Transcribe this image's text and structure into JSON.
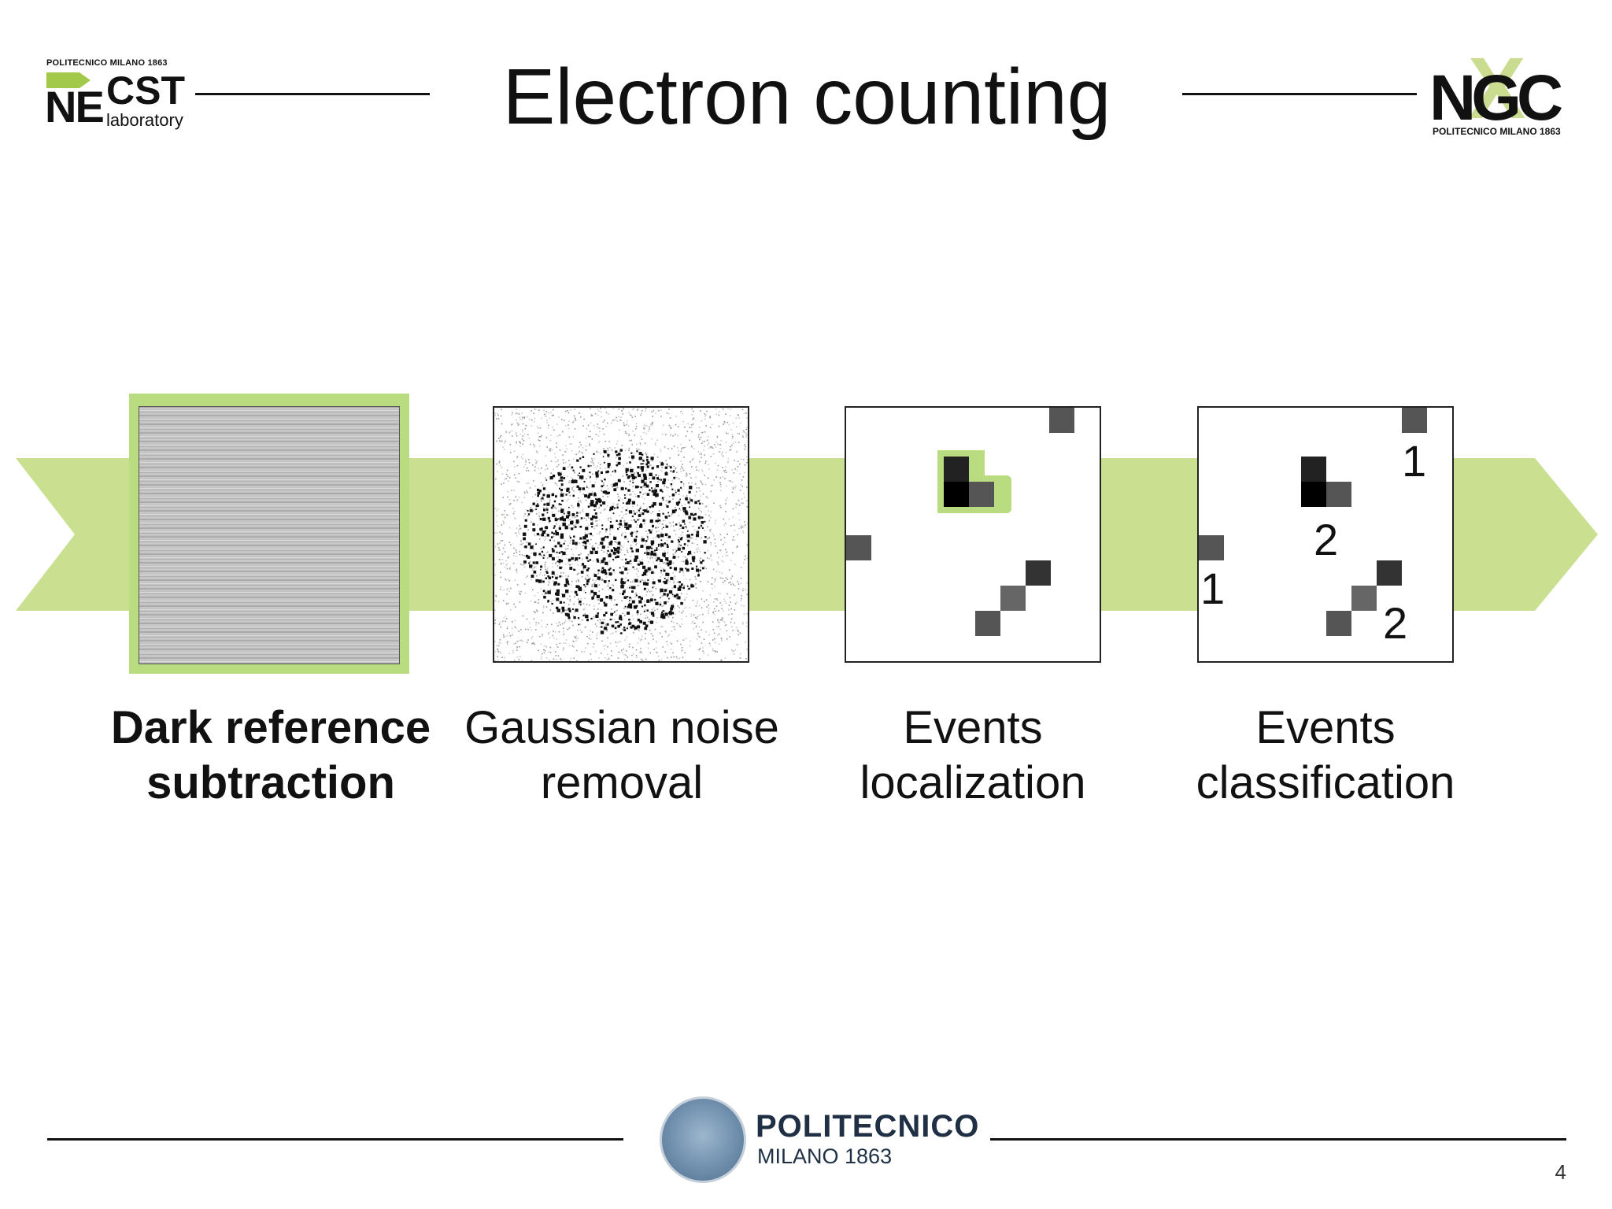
{
  "header": {
    "title": "Electron counting",
    "left_logo": {
      "top_text": "POLITECNICO MILANO 1863",
      "ne": "NE",
      "cst": "CST",
      "lab": "laboratory"
    },
    "right_logo": {
      "text": "NGC",
      "sub": "POLITECNICO MILANO 1863"
    }
  },
  "pipeline": {
    "band_color": "#c9e090",
    "highlight_color": "#b9dc80",
    "steps": [
      {
        "line1": "Dark reference",
        "line2": "subtraction",
        "active": true
      },
      {
        "line1": "Gaussian noise",
        "line2": "removal",
        "active": false
      },
      {
        "line1": "Events",
        "line2": "localization",
        "active": false
      },
      {
        "line1": "Events",
        "line2": "classification",
        "active": false
      }
    ],
    "classification_labels": [
      "1",
      "2",
      "1",
      "2"
    ]
  },
  "footer": {
    "university": "POLITECNICO",
    "university_sub": "MILANO 1863",
    "page_number": "4"
  }
}
